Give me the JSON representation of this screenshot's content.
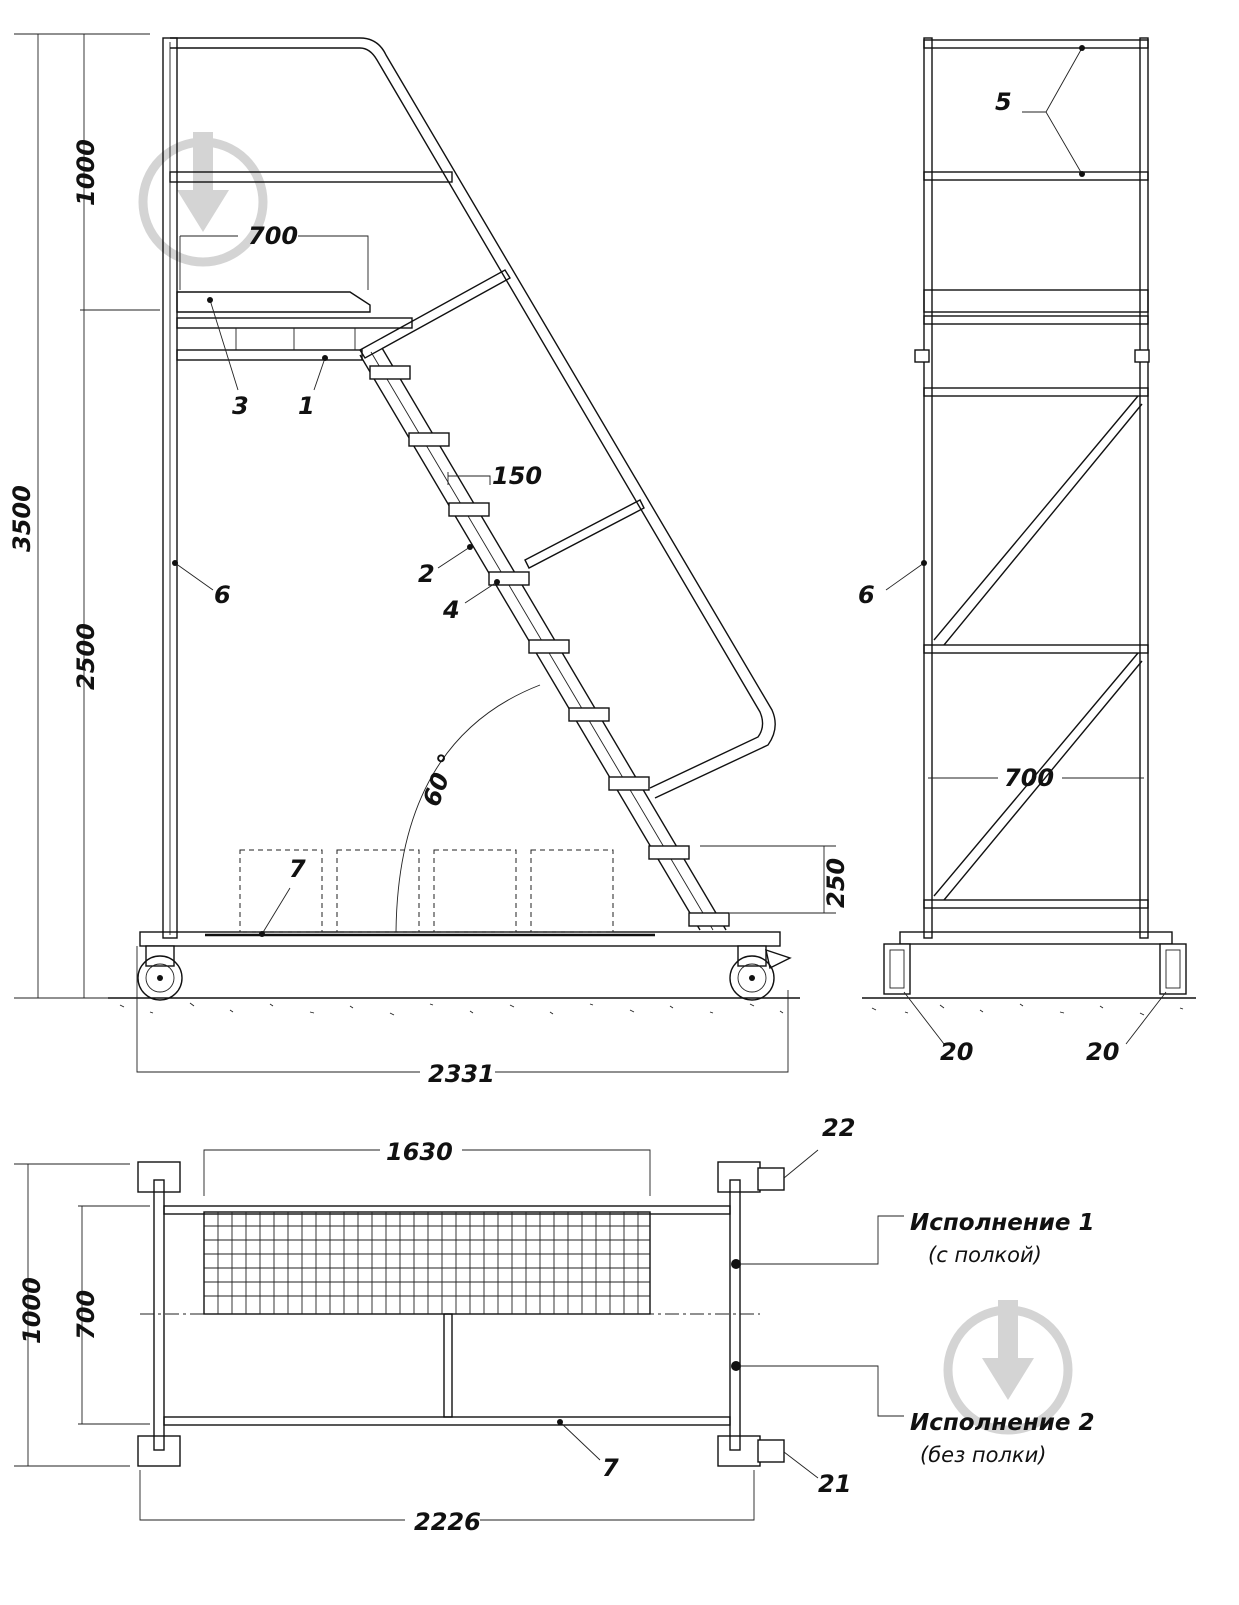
{
  "dimensions": {
    "total_height": "3500",
    "rail_height": "1000",
    "platform_height": "2500",
    "platform_depth": "700",
    "step_depth": "150",
    "angle": "60 °",
    "step_rise": "250",
    "base_length": "2331",
    "front_width": "700",
    "grid_length": "1630",
    "plan_width_outer": "1000",
    "plan_width_inner": "700",
    "plan_length": "2226"
  },
  "callouts": [
    "1",
    "2",
    "3",
    "4",
    "5",
    "6",
    "6",
    "7",
    "7",
    "20",
    "20",
    "21",
    "22"
  ],
  "variants": {
    "v1_title": "Исполнение 1",
    "v1_note": "(с полкой)",
    "v2_title": "Исполнение 2",
    "v2_note": "(без полки)"
  },
  "colors": {
    "line": "#111111",
    "watermark": "#d4d4d4"
  },
  "icons": [
    "watermark-logo-icon",
    "watermark-logo-icon"
  ]
}
